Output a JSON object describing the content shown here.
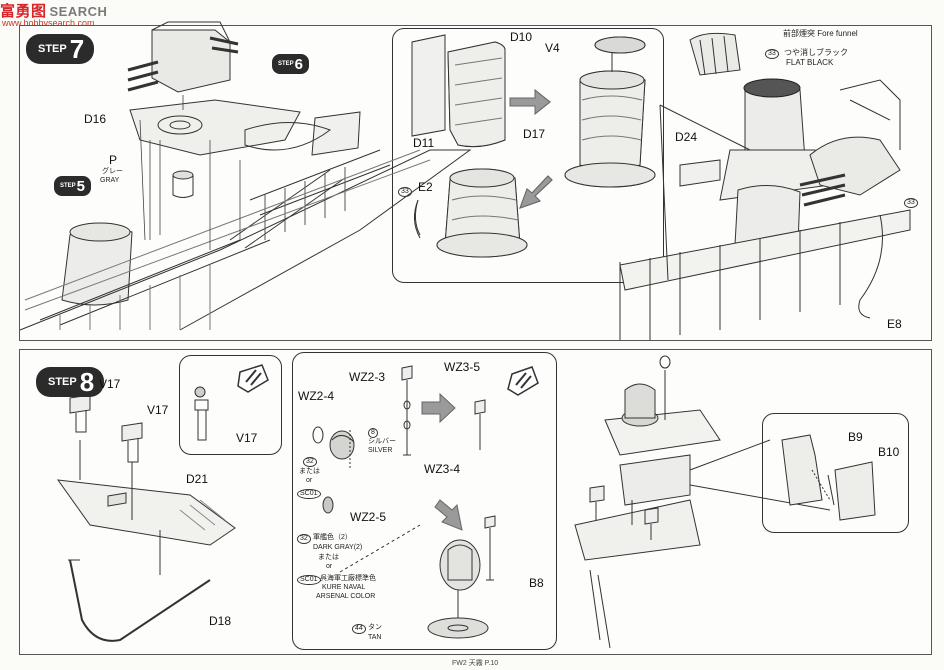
{
  "watermark": {
    "logo": "富勇图",
    "text": "SEARCH",
    "url": "www.hobbysearch.com"
  },
  "step7": {
    "badge_word": "STEP",
    "badge_number": "7",
    "ref6_word": "STEP",
    "ref6_number": "6",
    "ref5_word": "STEP",
    "ref5_number": "5",
    "labels": {
      "d16": "D16",
      "p": "P",
      "d10": "D10",
      "v4": "V4",
      "d11": "D11",
      "d17": "D17",
      "e2": "E2",
      "d24": "D24",
      "e8": "E8"
    },
    "paint_p_jp": "グレー",
    "paint_p_en": "GRAY",
    "fore_funnel": "前部煙突 Fore funnel",
    "flat_black_jp": "つや消しブラック",
    "flat_black_en": "FLAT BLACK",
    "code33": "33"
  },
  "step8": {
    "badge_word": "STEP",
    "badge_number": "8",
    "labels": {
      "v17a": "V17",
      "v17b": "V17",
      "v17c": "V17",
      "d21": "D21",
      "d18": "D18",
      "wz23": "WZ2-3",
      "wz24": "WZ2-4",
      "wz35": "WZ3-5",
      "wz34": "WZ3-4",
      "wz25": "WZ2-5",
      "b8": "B8",
      "b9": "B9",
      "b10": "B10"
    },
    "silver_code": "8",
    "silver_jp": "シルバー",
    "silver_en": "SILVER",
    "or1_code": "32",
    "or1_jp": "または",
    "or1_en": "or",
    "sc01": "SC01",
    "darkgray_code": "32",
    "darkgray_jp": "軍艦色（2）",
    "darkgray_en": "DARK GRAY(2)",
    "or2_jp": "または",
    "or2_en": "or",
    "kure_code": "SC01",
    "kure_jp": "呉海軍工廠標準色",
    "kure_en1": "KURE NAVAL",
    "kure_en2": "ARSENAL COLOR",
    "tan_code": "44",
    "tan_jp": "タン",
    "tan_en": "TAN"
  },
  "footer": {
    "text": "FW2 天霧 P.10"
  }
}
